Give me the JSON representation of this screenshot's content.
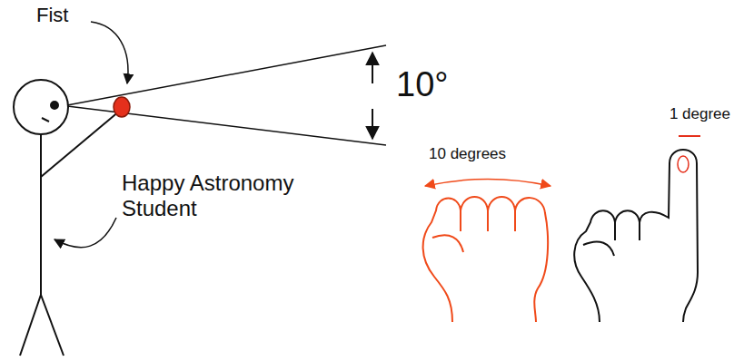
{
  "diagram": {
    "labels": [
      "Fist",
      "10°",
      "Happy Astronomy Student",
      "10 degrees",
      "1 degree"
    ]
  }
}
